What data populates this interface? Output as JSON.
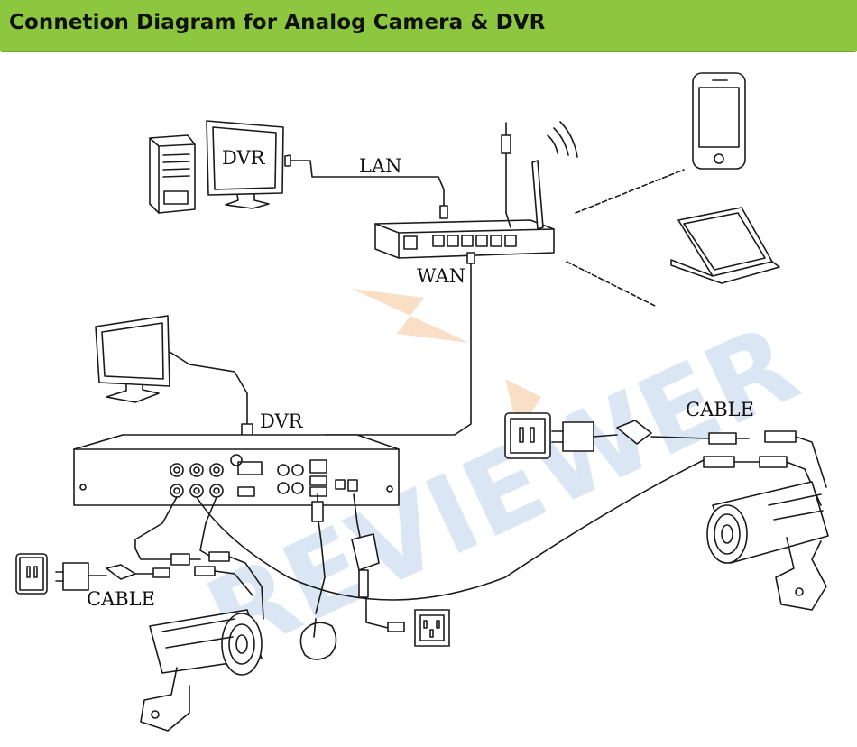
{
  "header": {
    "title": "Connetion Diagram for Analog Camera & DVR"
  },
  "colors": {
    "header_bg": "#8dc63f",
    "line": "#1a1a1a",
    "watermark_blue": "#cfe0f0",
    "watermark_orange": "#f8dcc0"
  },
  "watermark": {
    "text": "REVIEWER"
  },
  "labels": {
    "monitor_screen": "DVR",
    "lan": "LAN",
    "wan": "WAN",
    "dvr": "DVR",
    "cable_right": "CABLE",
    "cable_left": "CABLE"
  },
  "icons": [
    "pc-tower-icon",
    "monitor-icon",
    "router-icon",
    "smartphone-icon",
    "laptop-icon",
    "dvr-box-icon",
    "mouse-icon",
    "power-adapter-icon",
    "wall-socket-icon",
    "bullet-camera-icon"
  ]
}
